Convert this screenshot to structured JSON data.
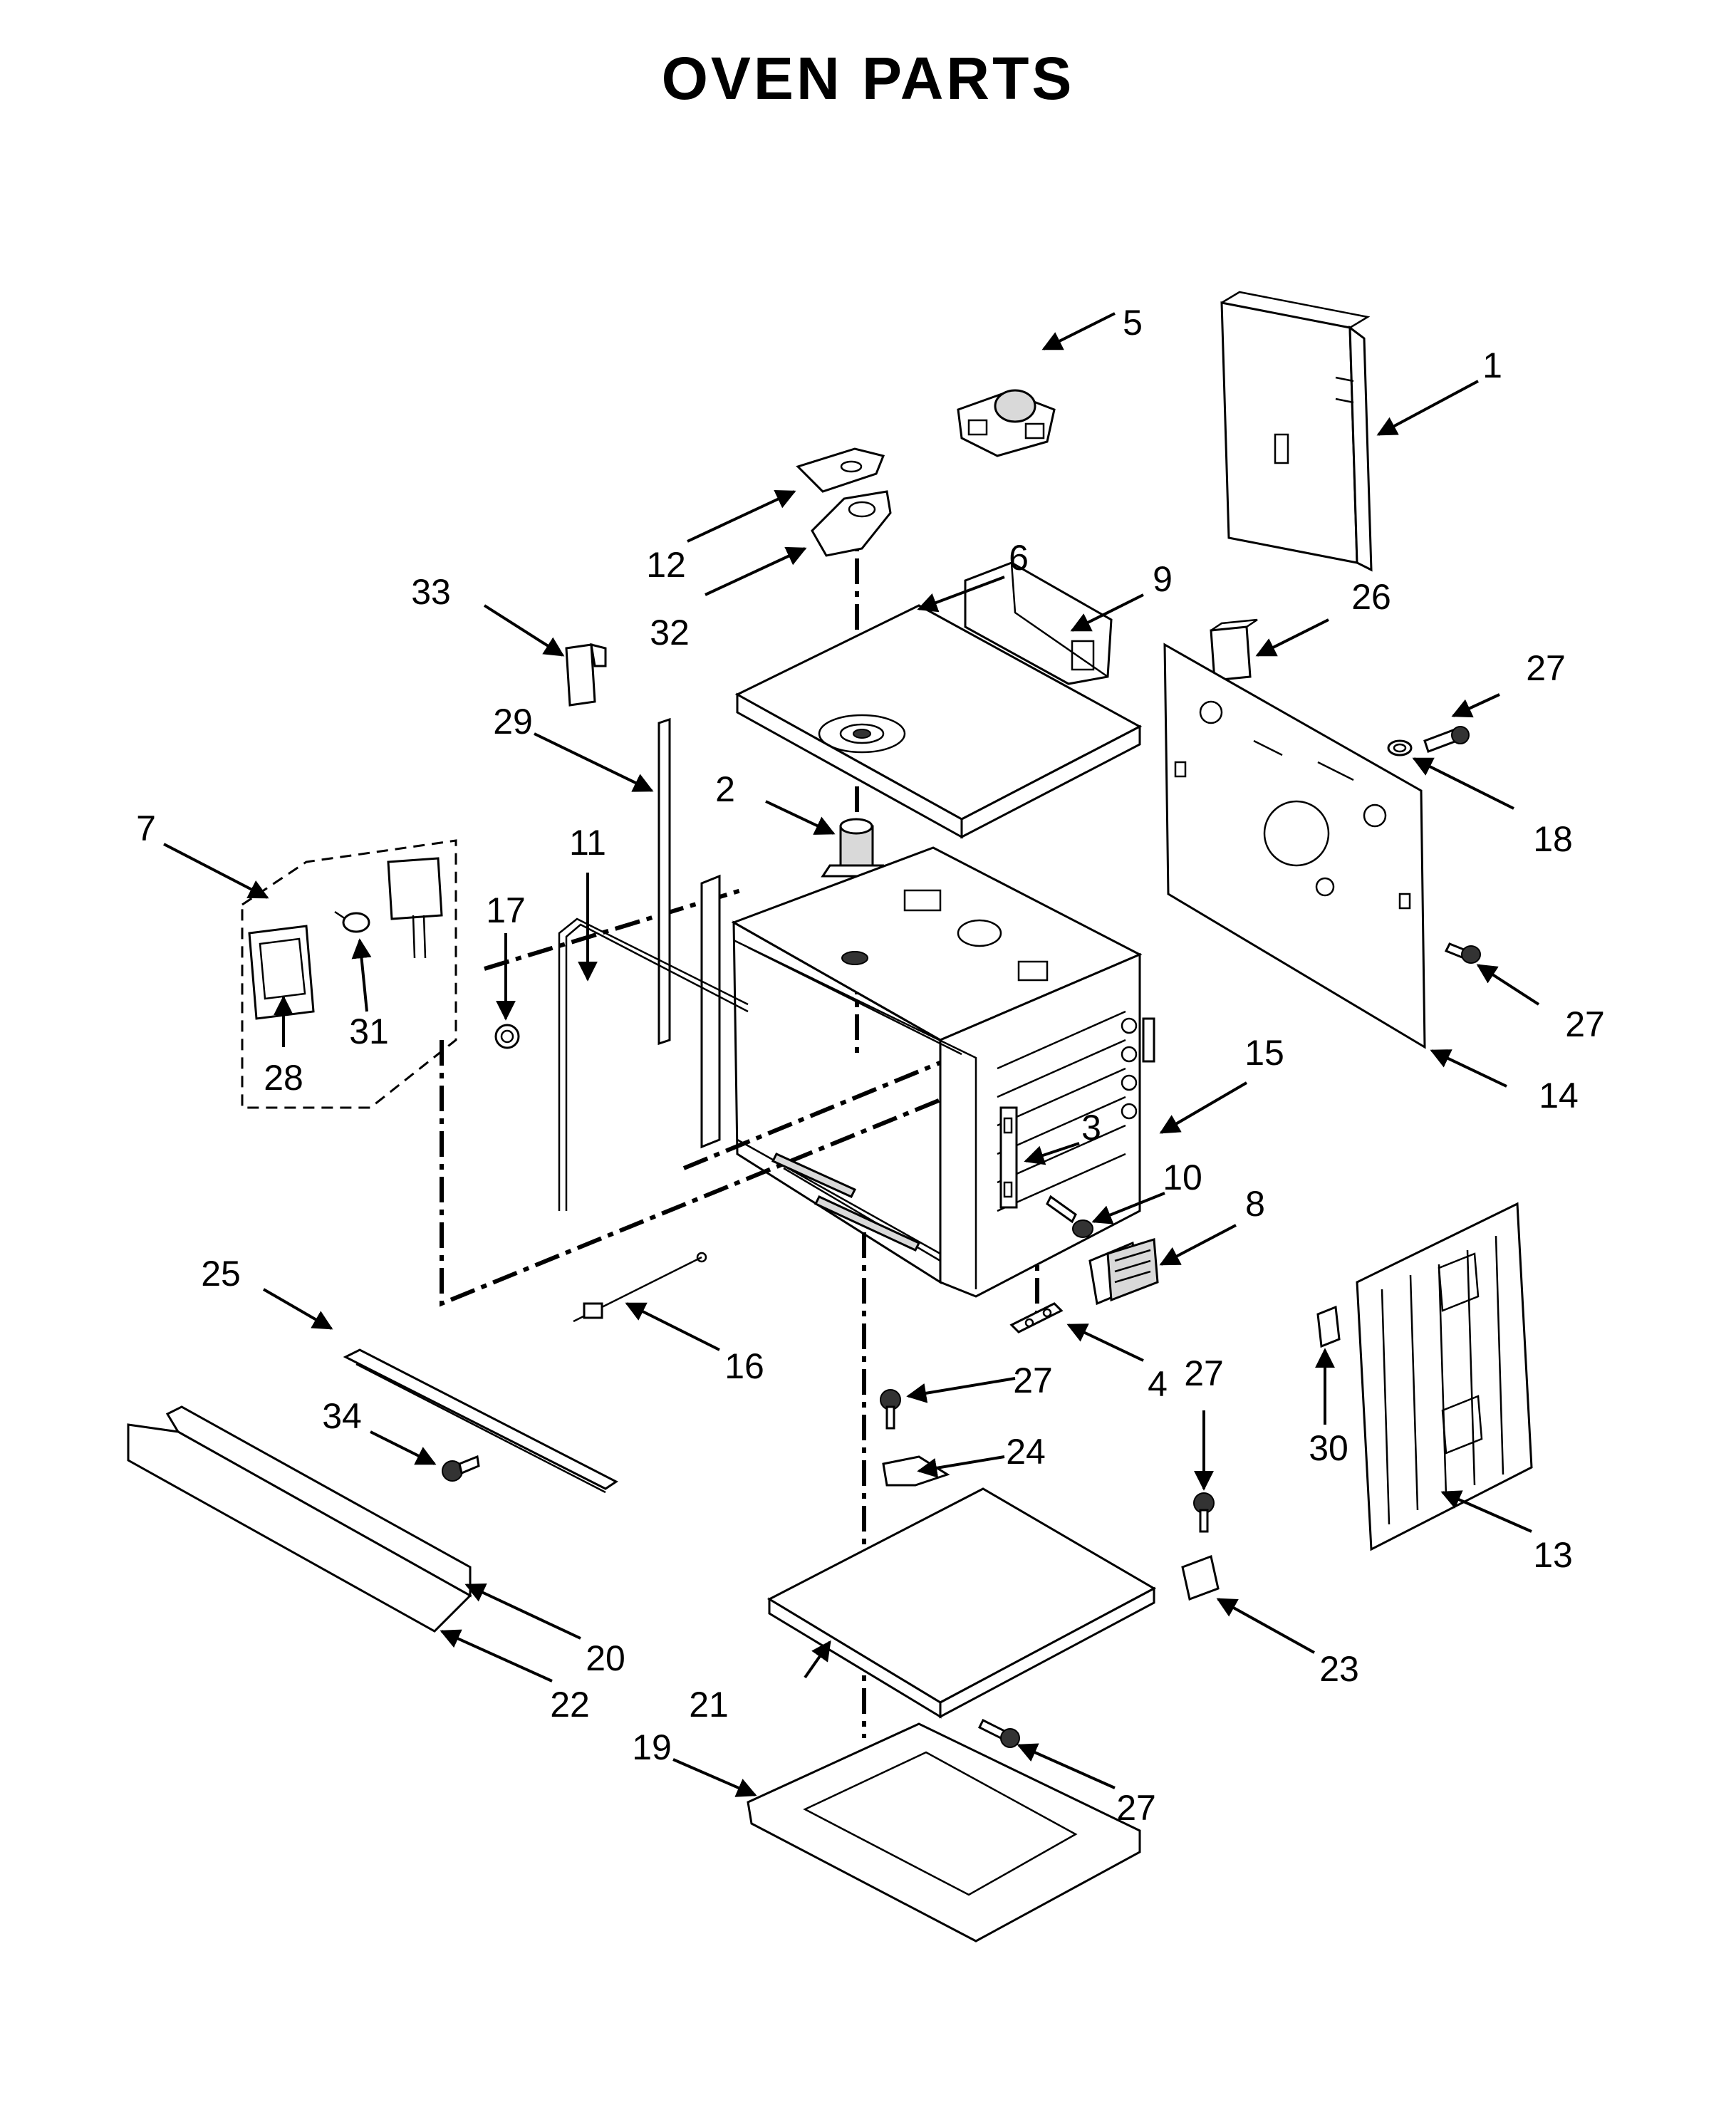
{
  "title": "OVEN PARTS",
  "callouts": [
    {
      "id": "c1",
      "label": "1"
    },
    {
      "id": "c2",
      "label": "2"
    },
    {
      "id": "c3",
      "label": "3"
    },
    {
      "id": "c4",
      "label": "4"
    },
    {
      "id": "c5",
      "label": "5"
    },
    {
      "id": "c6",
      "label": "6"
    },
    {
      "id": "c7",
      "label": "7"
    },
    {
      "id": "c8",
      "label": "8"
    },
    {
      "id": "c9",
      "label": "9"
    },
    {
      "id": "c10",
      "label": "10"
    },
    {
      "id": "c11",
      "label": "11"
    },
    {
      "id": "c12",
      "label": "12"
    },
    {
      "id": "c13",
      "label": "13"
    },
    {
      "id": "c14",
      "label": "14"
    },
    {
      "id": "c15",
      "label": "15"
    },
    {
      "id": "c16",
      "label": "16"
    },
    {
      "id": "c17",
      "label": "17"
    },
    {
      "id": "c18",
      "label": "18"
    },
    {
      "id": "c19",
      "label": "19"
    },
    {
      "id": "c20",
      "label": "20"
    },
    {
      "id": "c21",
      "label": "21"
    },
    {
      "id": "c22",
      "label": "22"
    },
    {
      "id": "c23",
      "label": "23"
    },
    {
      "id": "c24",
      "label": "24"
    },
    {
      "id": "c25",
      "label": "25"
    },
    {
      "id": "c26",
      "label": "26"
    },
    {
      "id": "c27a",
      "label": "27"
    },
    {
      "id": "c27b",
      "label": "27"
    },
    {
      "id": "c27c",
      "label": "27"
    },
    {
      "id": "c27d",
      "label": "27"
    },
    {
      "id": "c27e",
      "label": "27"
    },
    {
      "id": "c28",
      "label": "28"
    },
    {
      "id": "c29",
      "label": "29"
    },
    {
      "id": "c30",
      "label": "30"
    },
    {
      "id": "c31",
      "label": "31"
    },
    {
      "id": "c32",
      "label": "32"
    },
    {
      "id": "c33",
      "label": "33"
    },
    {
      "id": "c34",
      "label": "34"
    }
  ]
}
